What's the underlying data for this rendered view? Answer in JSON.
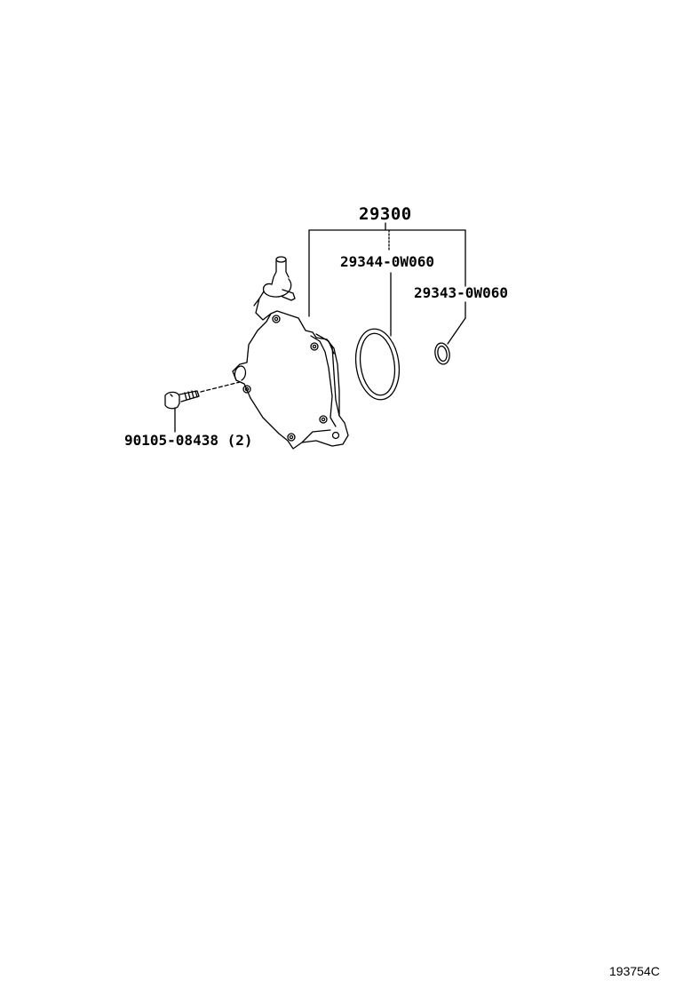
{
  "diagram": {
    "type": "parts-exploded-view",
    "callouts": {
      "assembly": "29300",
      "gasket_large": "29344-0W060",
      "gasket_small": "29343-0W060",
      "bolt": "90105-08438 (2)"
    },
    "reference_code": "193754C",
    "colors": {
      "line": "#000000",
      "background": "#ffffff"
    }
  }
}
